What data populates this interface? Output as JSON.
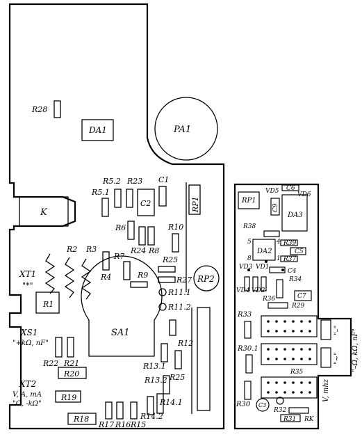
{
  "title": "",
  "main_board": {
    "labels": {
      "R28": "R28",
      "DA1": "DA1",
      "PA1": "PA1",
      "K": "K",
      "R5_2": "R5.2",
      "R23": "R23",
      "C1": "C1",
      "R5_1": "R5.1",
      "C2": "C2",
      "RP1": "RP1",
      "R6": "R6",
      "R10": "R10",
      "R24": "R24",
      "R8": "R8",
      "R7": "R7",
      "R2": "R2",
      "R3": "R3",
      "R4": "R4",
      "R25a": "R25",
      "R9": "R9",
      "R27": "R27",
      "RP2": "RP2",
      "XT1": "XT1",
      "XT1_sym": "\"*\"",
      "R1": "R1",
      "R11_1": "R11.1",
      "R11_2": "R11.2",
      "SA1": "SA1",
      "XS1": "XS1",
      "XS1_sym": "\"+kΩ, nF\"",
      "R12": "R12",
      "R13_1": "R13.1",
      "R25b": "R25",
      "R13_2": "R13.2",
      "R14_1": "R14.1",
      "R14_2": "R14.2",
      "R22": "R22",
      "R21": "R21",
      "R20": "R20",
      "R19": "R19",
      "XT2": "XT2",
      "XT2_l1": "V, A, mA",
      "XT2_l2": "\"Ω, -kΩ\"",
      "R18": "R18",
      "R17": "R17",
      "R16": "R16",
      "R15": "R15"
    }
  },
  "aux_board": {
    "labels": {
      "VD5": "VD5",
      "C6": "C6",
      "VD6": "VD6",
      "RP1": "RP1",
      "C9": "C9",
      "DA3": "DA3",
      "R38": "R38",
      "DA2": "DA2",
      "R39": "R39",
      "C5": "C5",
      "R37": "R37",
      "VD3": "VD3",
      "VD1": "VD1",
      "C4": "C4",
      "VD4": "VD4",
      "VD2": "VD2",
      "R34": "R34",
      "R36": "R36",
      "C7": "C7",
      "R29": "R29",
      "R33": "R33",
      "R30_1": "R30.1",
      "R35": "R35",
      "R30": "R30",
      "C3": "C3",
      "R32": "R32",
      "R31": "R31",
      "RK": "RK",
      "pin8": "8",
      "pin5": "5",
      "pin4": "4",
      "pin1": "1"
    },
    "switch_labels": {
      "dash": "\"–\"",
      "tilde": "\"~\"",
      "vmhz": "V, mhz",
      "range": "\"–Ω, kΩ, nF\""
    }
  }
}
